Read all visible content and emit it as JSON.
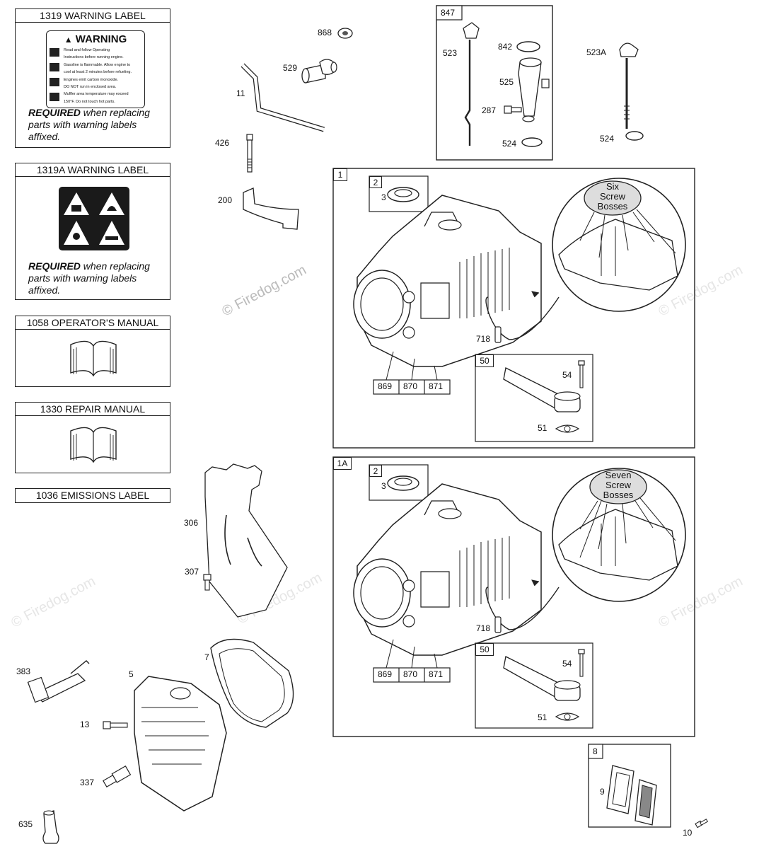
{
  "labels_panel": {
    "warning_label": {
      "title": "1319 WARNING LABEL",
      "sign_heading": "WARNING",
      "sign_lines": [
        "Read and follow Operating",
        "Instructions before running engine.",
        "Gasoline is flammable. Allow engine to",
        "cool at least 2 minutes before refueling.",
        "Engines emit carbon monoxide.",
        "DO NOT run in enclosed area.",
        "Muffler area temperature may exceed",
        "150°F. Do not touch hot parts."
      ],
      "req_bold": "REQUIRED",
      "req_rest1": " when replacing",
      "req_line2": "parts with warning labels",
      "req_line3": "affixed."
    },
    "warning_label_a": {
      "title": "1319A WARNING LABEL",
      "req_bold": "REQUIRED",
      "req_rest1": " when replacing",
      "req_line2": "parts with warning labels",
      "req_line3": "affixed."
    },
    "operators_manual": {
      "title": "1058 OPERATOR'S MANUAL"
    },
    "repair_manual": {
      "title": "1330 REPAIR MANUAL"
    },
    "emissions_label": {
      "title": "1036 EMISSIONS LABEL"
    }
  },
  "callouts": {
    "p868": "868",
    "p529": "529",
    "p11": "11",
    "p426": "426",
    "p200": "200",
    "p847": "847",
    "p523": "523",
    "p842": "842",
    "p525": "525",
    "p287": "287",
    "p524a": "524",
    "p523a": "523A",
    "p524b": "524",
    "p306": "306",
    "p307": "307",
    "p383": "383",
    "p7": "7",
    "p5": "5",
    "p13": "13",
    "p337": "337",
    "p635": "635",
    "p10": "10"
  },
  "block1": {
    "tag": "1",
    "sub_tag": "2",
    "seal": "3",
    "bubble": [
      "Six",
      "Screw",
      "Bosses"
    ],
    "p718": "718",
    "parts": [
      "869",
      "870",
      "871"
    ],
    "breather": {
      "tag": "50",
      "p54": "54",
      "p51": "51"
    }
  },
  "block1a": {
    "tag": "1A",
    "sub_tag": "2",
    "seal": "3",
    "bubble": [
      "Seven",
      "Screw",
      "Bosses"
    ],
    "p718": "718",
    "parts": [
      "869",
      "870",
      "871"
    ],
    "breather": {
      "tag": "50",
      "p54": "54",
      "p51": "51"
    }
  },
  "gasket_kit": {
    "tag": "8",
    "p9": "9"
  },
  "watermark": {
    "main": "© Firedog.com",
    "faint": "© Firedog.com"
  }
}
